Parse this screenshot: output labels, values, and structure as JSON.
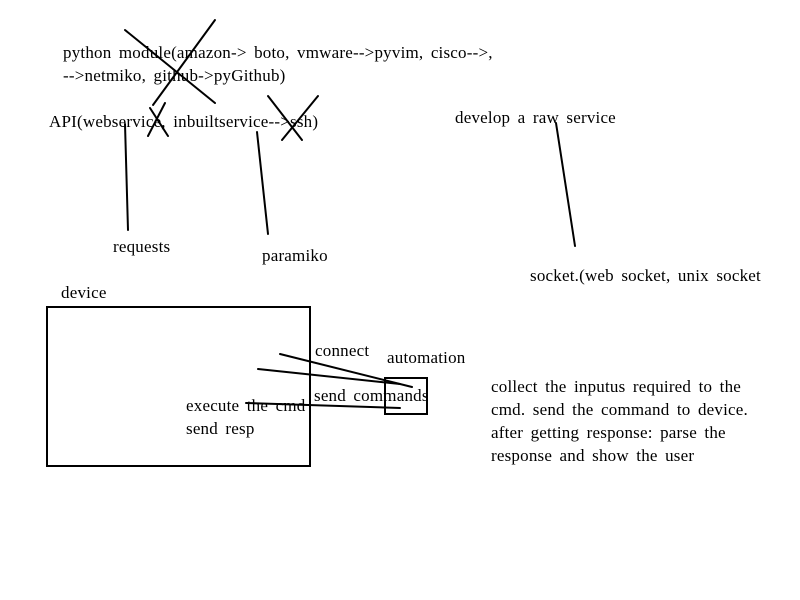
{
  "top_note": {
    "line1": "python module(amazon-> boto, vmware-->pyvim, cisco-->,",
    "line2": "-->netmiko, github->pyGithub)"
  },
  "api": {
    "label": "API(webservice, inbuiltservice-->ssh)",
    "requests": "requests",
    "paramiko": "paramiko"
  },
  "raw_service": {
    "label": "develop a raw service",
    "socket": "socket.(web socket, unix socket"
  },
  "device": {
    "label": "device",
    "execute": "execute the cmd",
    "send_resp": "send resp"
  },
  "automation": {
    "label": "automation",
    "connect": "connect",
    "send_commands": "send commands",
    "description": [
      "collect the inputus required to the",
      "cmd. send the command to device.",
      "after getting response: parse the",
      "response and show the user"
    ]
  }
}
